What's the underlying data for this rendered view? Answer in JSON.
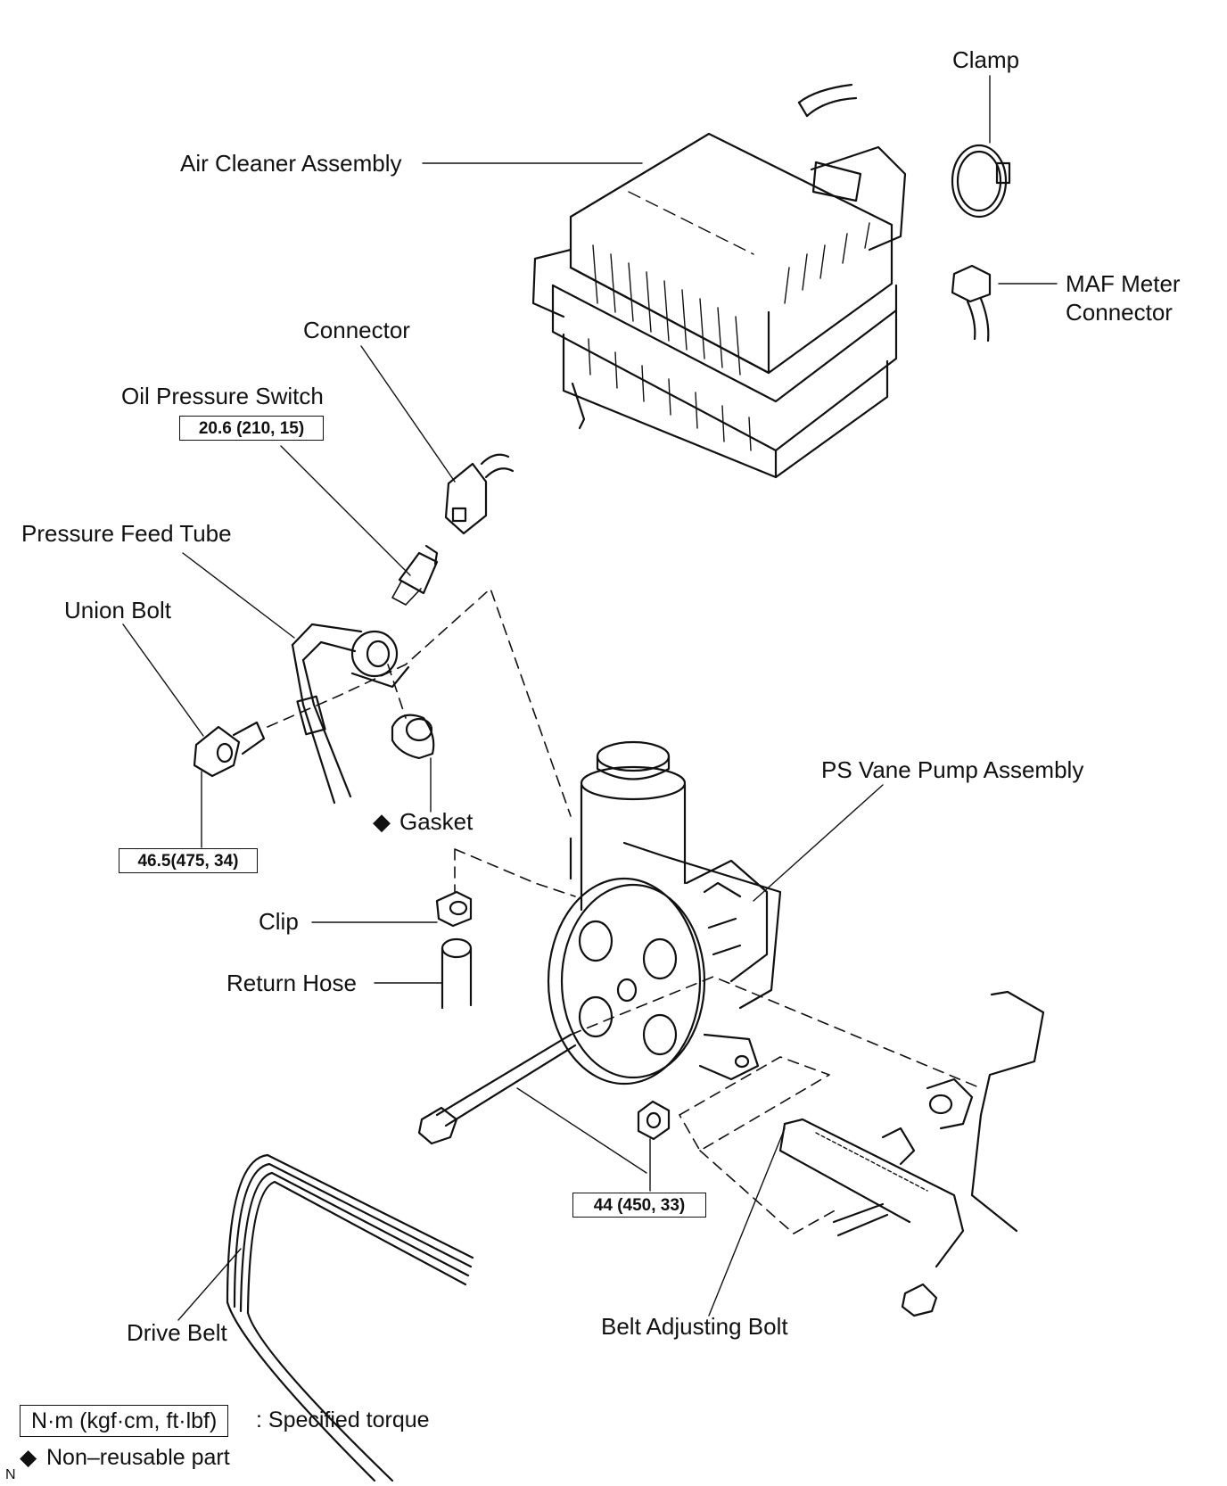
{
  "labels": {
    "clamp": "Clamp",
    "air_cleaner": "Air Cleaner Assembly",
    "maf_meter_connector_line1": "MAF Meter",
    "maf_meter_connector_line2": "Connector",
    "connector": "Connector",
    "oil_pressure_switch": "Oil Pressure Switch",
    "pressure_feed_tube": "Pressure Feed Tube",
    "union_bolt": "Union Bolt",
    "gasket": "Gasket",
    "clip": "Clip",
    "return_hose": "Return Hose",
    "ps_vane_pump": "PS Vane Pump Assembly",
    "drive_belt": "Drive Belt",
    "belt_adjusting_bolt": "Belt Adjusting Bolt"
  },
  "torques": {
    "oil_pressure_switch": "20.6 (210, 15)",
    "union_bolt": "46.5(475, 34)",
    "pump_bolt": "44 (450, 33)"
  },
  "legend": {
    "unit_box": "N·m (kgf·cm, ft·lbf)",
    "unit_text": ": Specified torque",
    "non_reusable_symbol": "◆",
    "non_reusable_text": "Non–reusable part"
  },
  "corner_mark": "N"
}
